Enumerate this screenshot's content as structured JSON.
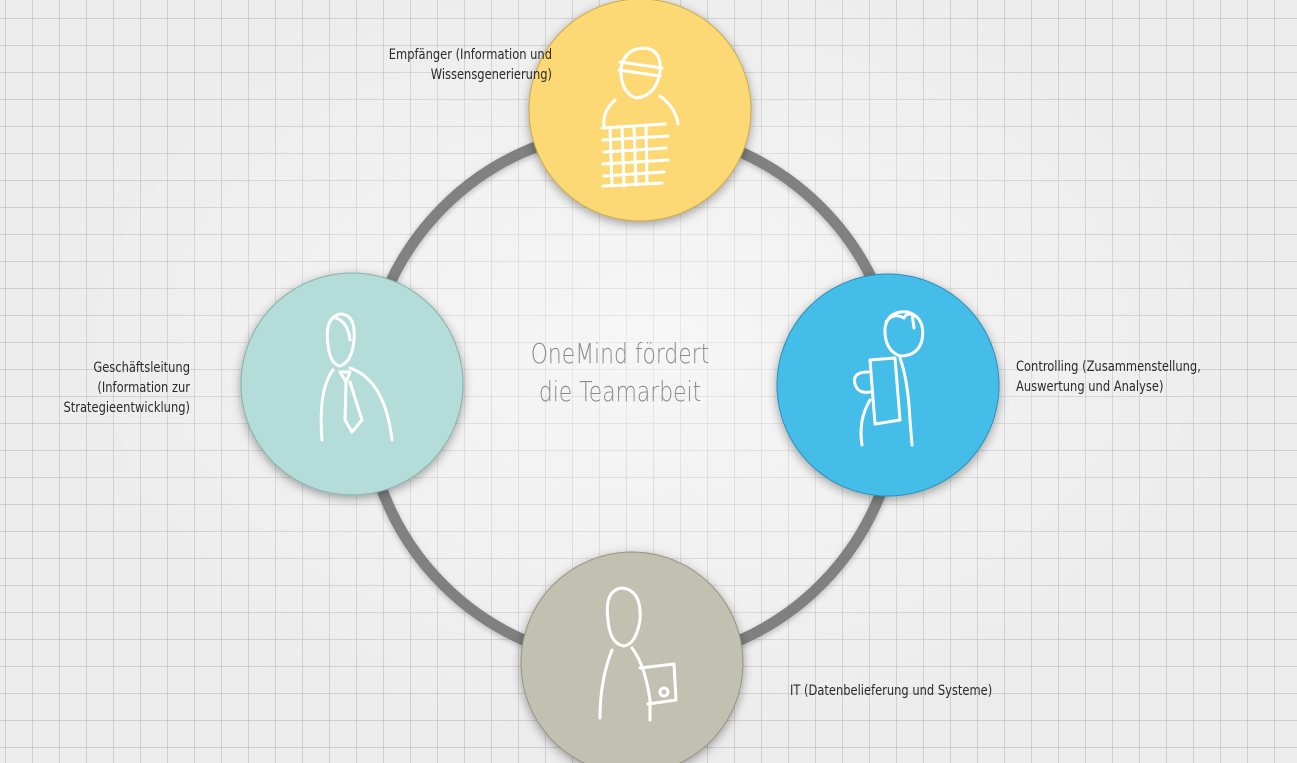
{
  "center_title": "OneMind fördert\ndie Teamarbeit",
  "roles": {
    "empfaenger": {
      "label": "Empfänger (Information und\nWissensgenerierung)",
      "color": "#fdd974",
      "icon": "person-with-paper-stack-icon"
    },
    "controlling": {
      "label": "Controlling (Zusammenstellung,\nAuswertung und Analyse)",
      "color": "#45bde9",
      "icon": "person-with-document-icon"
    },
    "geschaeftsleitung": {
      "label": "Geschäftsleitung\n(Information zur\nStrategieentwicklung)",
      "color": "#b4dcd8",
      "icon": "person-with-tie-icon"
    },
    "it": {
      "label": "IT (Datenbelieferung und Systeme)",
      "color": "#c2c0b1",
      "icon": "person-with-laptop-icon"
    }
  },
  "ring_color": "#747474"
}
